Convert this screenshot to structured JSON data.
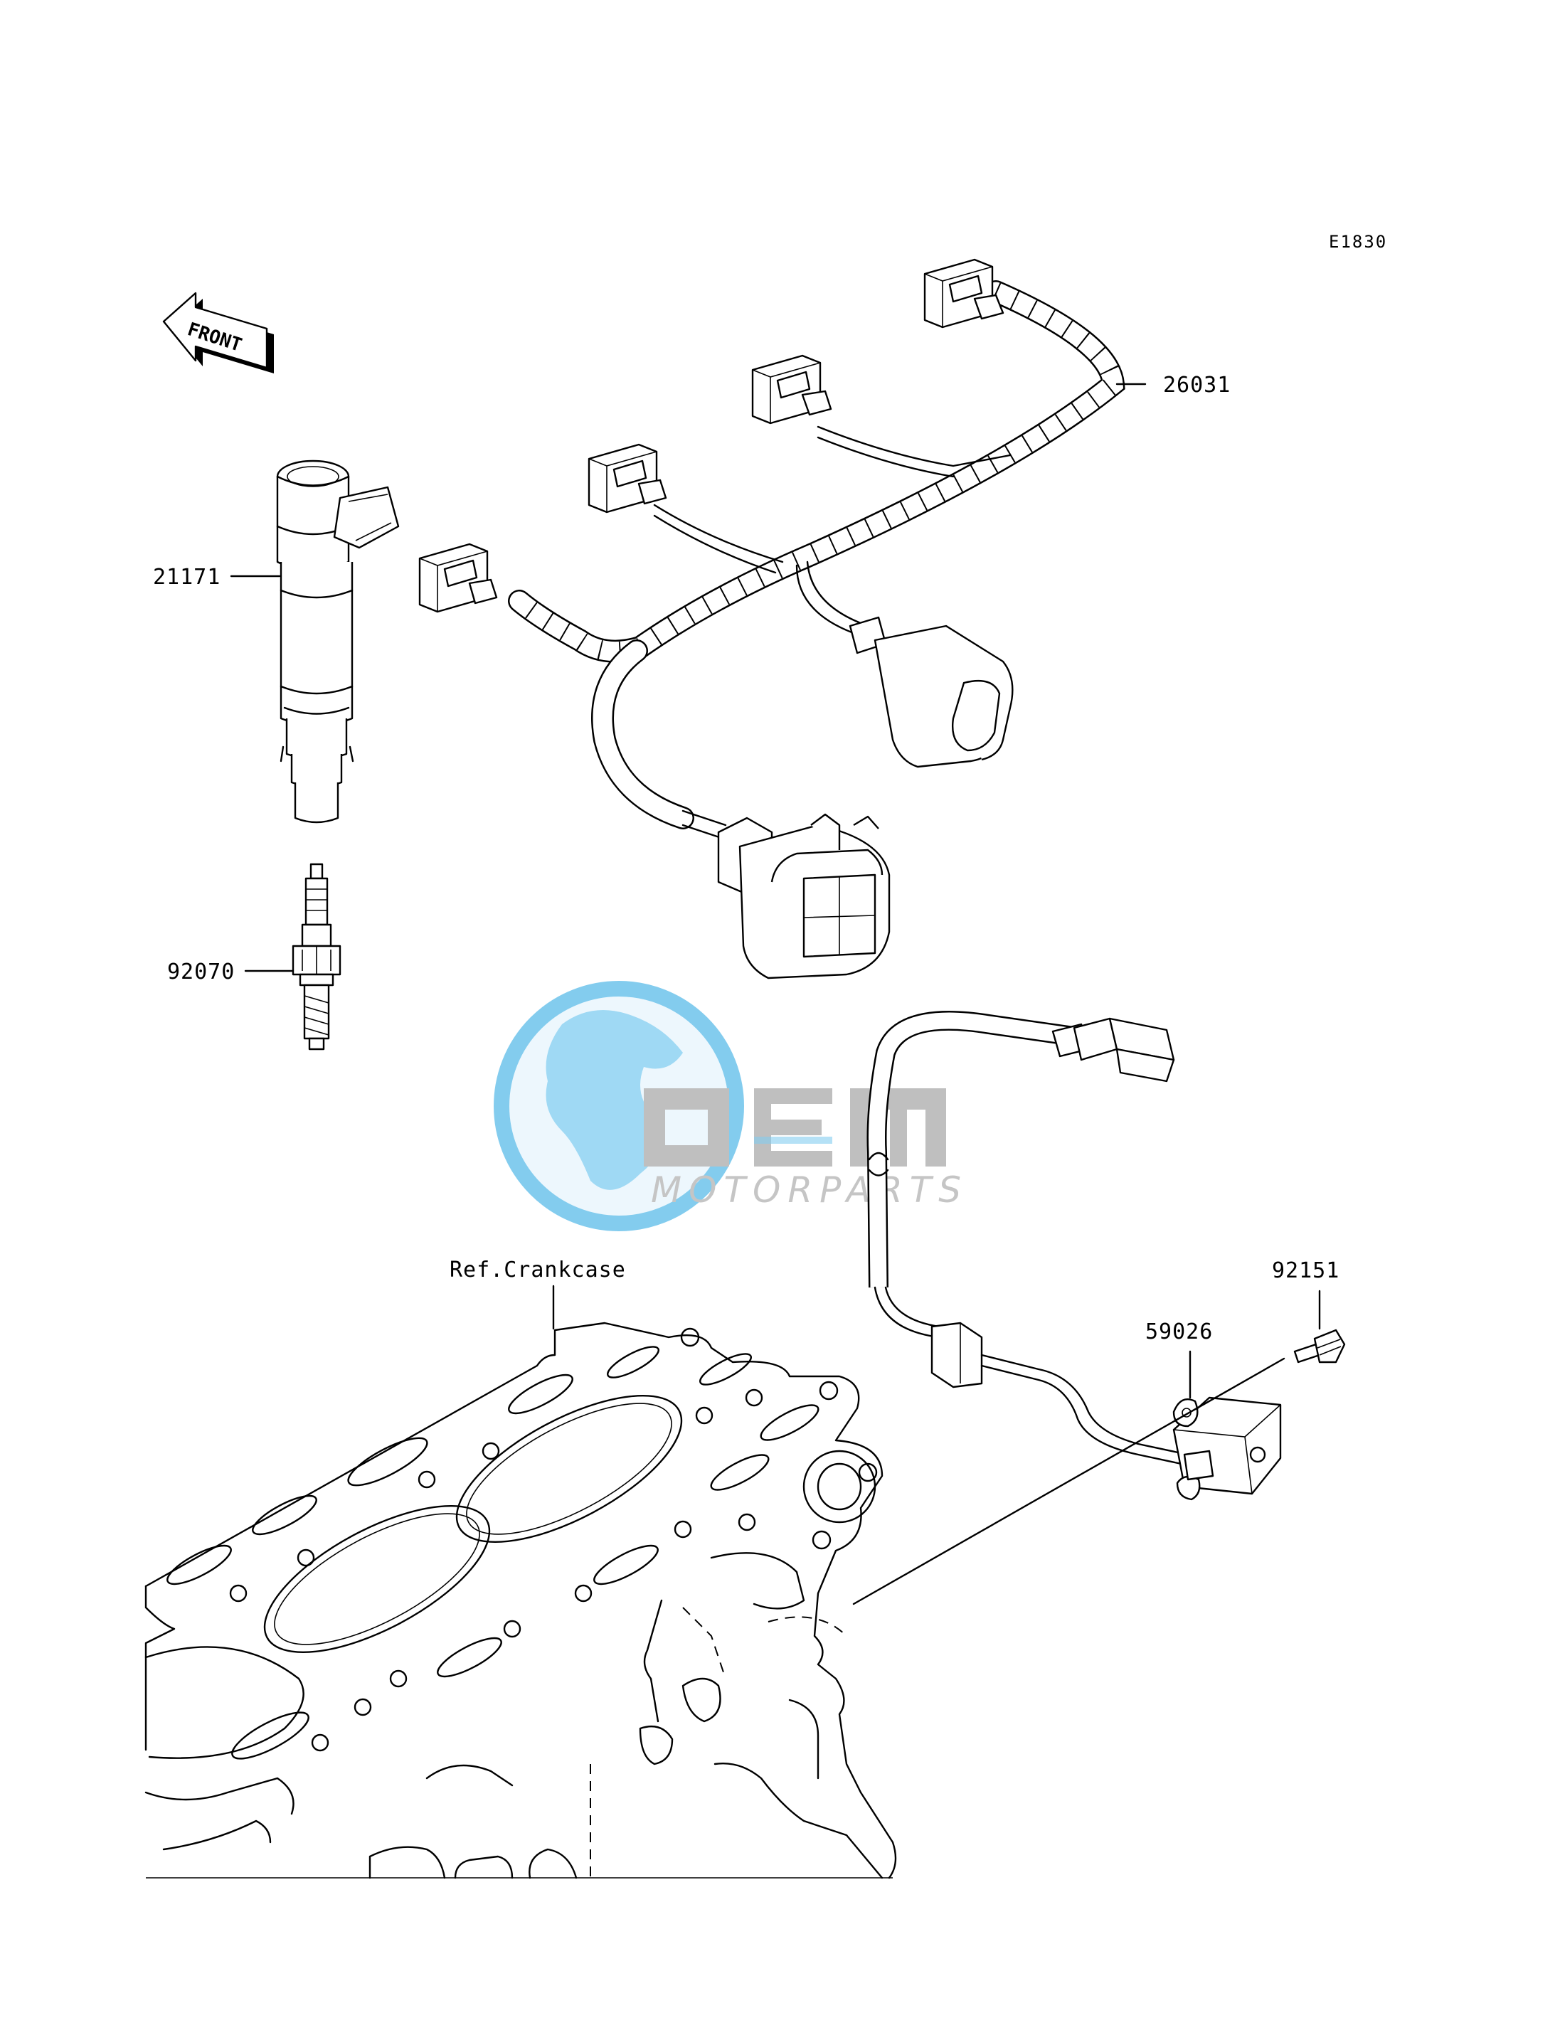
{
  "diagram_code": "E1830",
  "front_arrow_label": "FRONT",
  "parts": [
    {
      "number": "26031"
    },
    {
      "number": "21171"
    },
    {
      "number": "92070"
    },
    {
      "number": "92151"
    },
    {
      "number": "59026"
    }
  ],
  "reference_label": "Ref.Crankcase",
  "watermark": {
    "brand": "OEM",
    "subtitle": "MOTORPARTS"
  },
  "colors": {
    "line": "#000000",
    "background": "#ffffff",
    "watermark_gray": "#b4b4b4",
    "watermark_blue": "#6ec4ec"
  }
}
